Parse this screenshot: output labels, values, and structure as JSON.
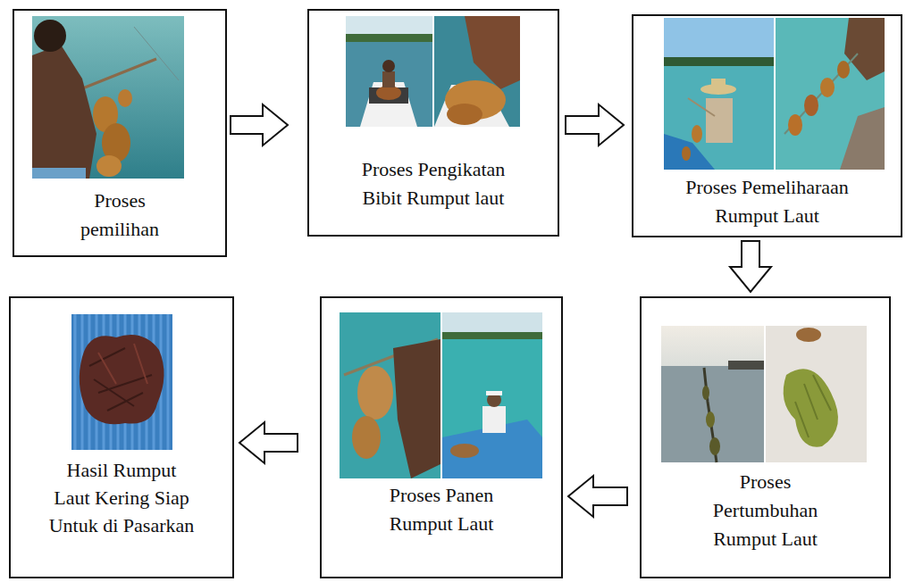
{
  "diagram": {
    "nodes": [
      {
        "text": [
          "Proses pemilihan"
        ]
      },
      {
        "text": [
          "Proses Pengikatan Bibit Rumput laut"
        ]
      },
      {
        "text": [
          "Proses Pemeliharaan Rumput Laut"
        ]
      },
      {
        "text": [
          "Proses Pertumbuhan Rumput Laut"
        ]
      },
      {
        "text": [
          "Proses Panen Rumput Laut"
        ]
      },
      {
        "text": [
          "Hasil Rumput Laut Kering Siap Untuk di Pasarkan"
        ]
      }
    ],
    "edges": [
      {
        "from": 0,
        "to": 1,
        "arrow": "to"
      },
      {
        "from": 1,
        "to": 2,
        "arrow": "to"
      },
      {
        "from": 2,
        "to": 3,
        "arrow": "to"
      },
      {
        "from": 3,
        "to": 4,
        "arrow": "to"
      },
      {
        "from": 4,
        "to": 5,
        "arrow": "to"
      }
    ]
  }
}
